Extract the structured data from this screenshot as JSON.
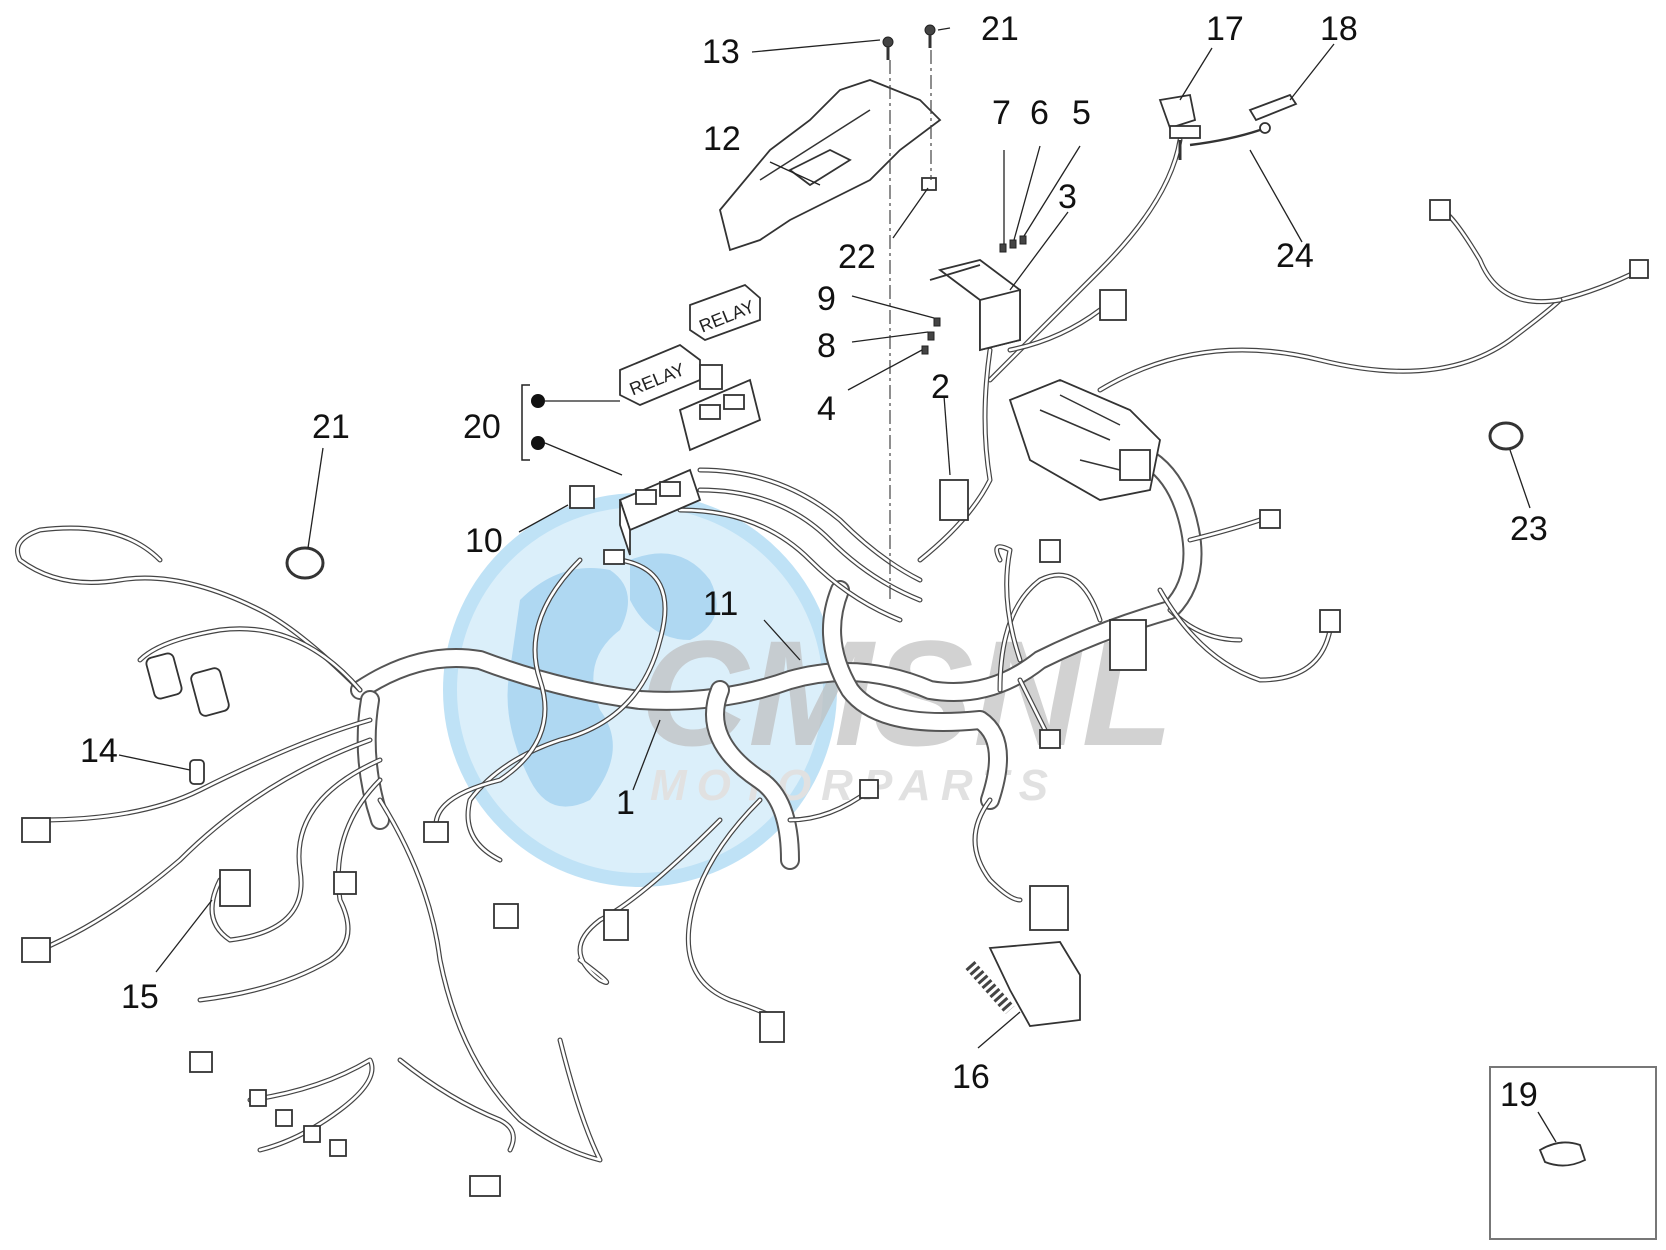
{
  "diagram": {
    "callouts": [
      {
        "id": "c1",
        "label": "1"
      },
      {
        "id": "c2",
        "label": "2"
      },
      {
        "id": "c3",
        "label": "3"
      },
      {
        "id": "c4",
        "label": "4"
      },
      {
        "id": "c5",
        "label": "5"
      },
      {
        "id": "c6",
        "label": "6"
      },
      {
        "id": "c7",
        "label": "7"
      },
      {
        "id": "c8",
        "label": "8"
      },
      {
        "id": "c9",
        "label": "9"
      },
      {
        "id": "c10",
        "label": "10"
      },
      {
        "id": "c11",
        "label": "11"
      },
      {
        "id": "c12",
        "label": "12"
      },
      {
        "id": "c13",
        "label": "13"
      },
      {
        "id": "c14",
        "label": "14"
      },
      {
        "id": "c15",
        "label": "15"
      },
      {
        "id": "c16",
        "label": "16"
      },
      {
        "id": "c17",
        "label": "17"
      },
      {
        "id": "c18",
        "label": "18"
      },
      {
        "id": "c19",
        "label": "19"
      },
      {
        "id": "c20",
        "label": "20"
      },
      {
        "id": "c21a",
        "label": "21"
      },
      {
        "id": "c21b",
        "label": "21"
      },
      {
        "id": "c22",
        "label": "22"
      },
      {
        "id": "c23",
        "label": "23"
      },
      {
        "id": "c24",
        "label": "24"
      }
    ],
    "relay_marking": "RELAY"
  },
  "watermark": {
    "brand": "CMSNL",
    "subtitle": "MOTORPARTS",
    "color": "#2a8fd6"
  }
}
